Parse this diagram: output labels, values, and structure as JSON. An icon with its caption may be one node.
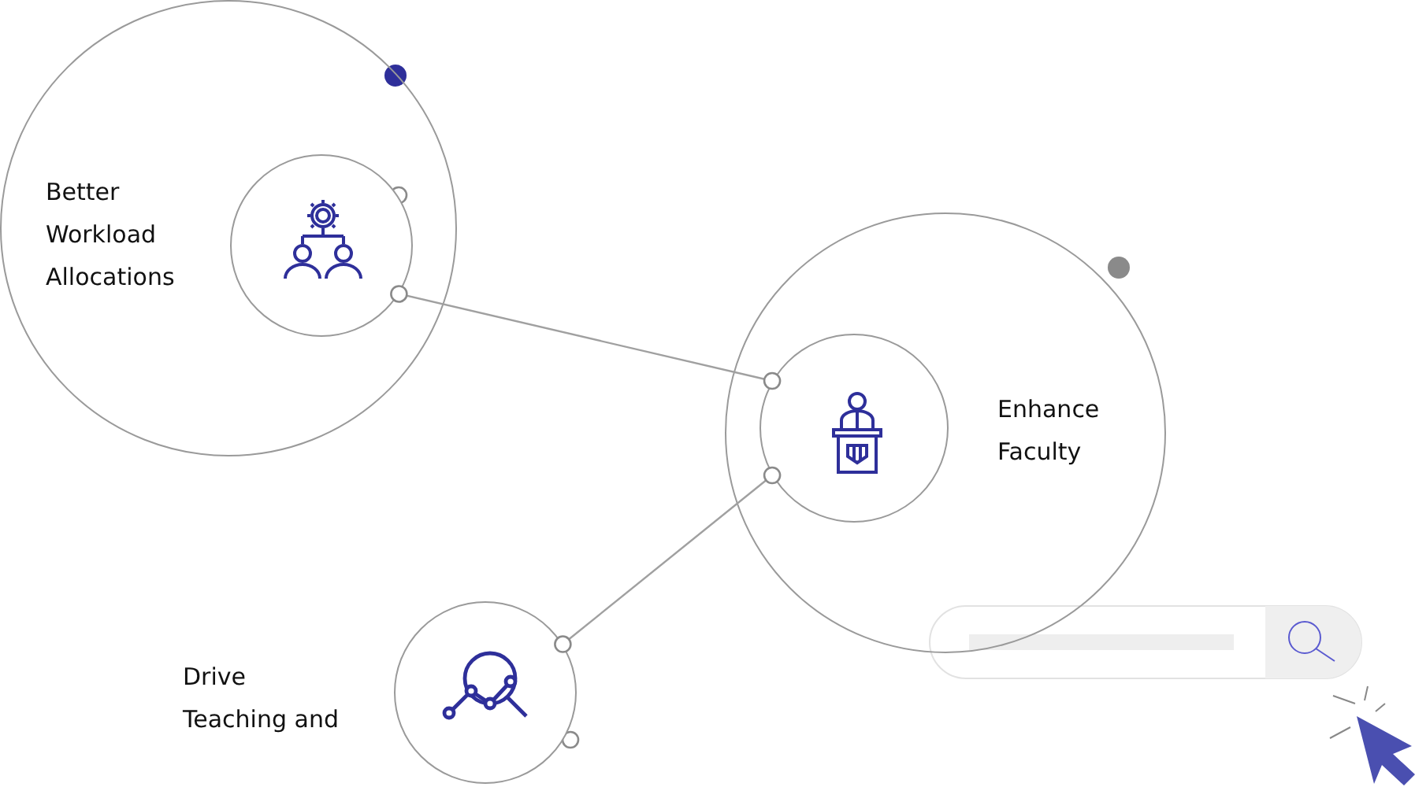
{
  "diagram": {
    "nodes": [
      {
        "text": [
          "Better Workload Allocations"
        ]
      },
      {
        "text": [],
        "shape": "circle",
        "in": 0
      },
      {
        "text": [
          "Enhance Faculty"
        ]
      },
      {
        "text": [],
        "shape": "circle",
        "in": 2
      },
      {
        "text": [],
        "shape": "circle"
      }
    ],
    "edges": [
      {
        "from": 1,
        "to": 3,
        "arrow": "other"
      },
      {
        "from": 4,
        "to": 3,
        "arrow": "other"
      }
    ],
    "labels": [
      "Drive Teaching and"
    ]
  }
}
